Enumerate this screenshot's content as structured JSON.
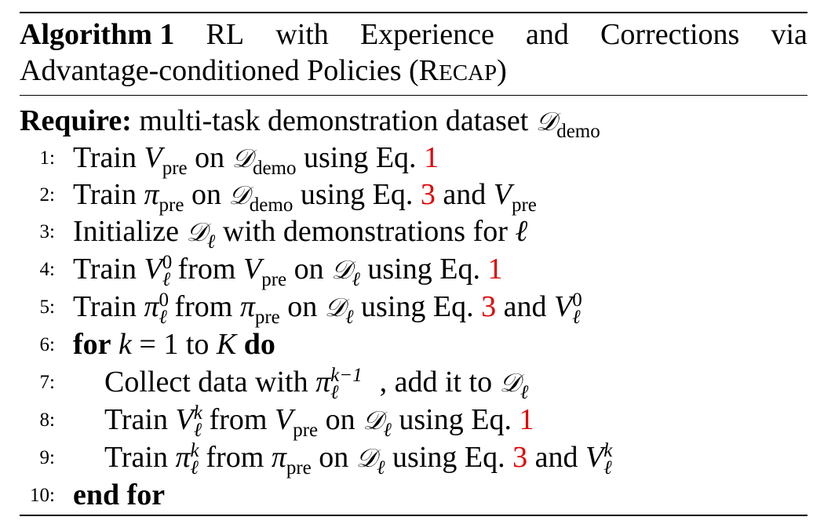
{
  "caption": {
    "label": "Algorithm 1",
    "words": [
      "RL",
      "with",
      "Experience",
      "and",
      "Corrections",
      "via"
    ],
    "line2_text": "Advantage-conditioned Policies (",
    "recap_R": "R",
    "recap_rest": "ECAP",
    "line2_close": ")"
  },
  "require": {
    "keyword": "Require:",
    "text": "multi-task demonstration dataset"
  },
  "lines": [
    {
      "num": "1:",
      "train": "Train",
      "on": "on",
      "using": "using Eq.",
      "ref": "1"
    },
    {
      "num": "2:",
      "train": "Train",
      "on": "on",
      "using": "using Eq.",
      "ref": "3",
      "and": "and"
    },
    {
      "num": "3:",
      "text": "Initialize",
      "with": "with demonstrations for"
    },
    {
      "num": "4:",
      "train": "Train",
      "from": "from",
      "on": "on",
      "using": "using Eq.",
      "ref": "1"
    },
    {
      "num": "5:",
      "train": "Train",
      "from": "from",
      "on": "on",
      "using": "using Eq.",
      "ref": "3",
      "and": "and"
    },
    {
      "num": "6:",
      "for": "for",
      "eq": "= 1 to",
      "do": "do"
    },
    {
      "num": "7:",
      "text": "Collect data with",
      "add": ", add it to"
    },
    {
      "num": "8:",
      "train": "Train",
      "from": "from",
      "on": "on",
      "using": "using Eq.",
      "ref": "1"
    },
    {
      "num": "9:",
      "train": "Train",
      "from": "from",
      "on": "on",
      "using": "using Eq.",
      "ref": "3",
      "and": "and"
    },
    {
      "num": "10:",
      "end": "end for"
    }
  ],
  "math": {
    "V": "V",
    "pi": "π",
    "D": "𝒟",
    "ell": "ℓ",
    "pre": "pre",
    "demo": "demo",
    "zero": "0",
    "k": "k",
    "K": "K",
    "kminus1": "k−1"
  },
  "colors": {
    "reference": "#e00000",
    "text": "#000000"
  }
}
